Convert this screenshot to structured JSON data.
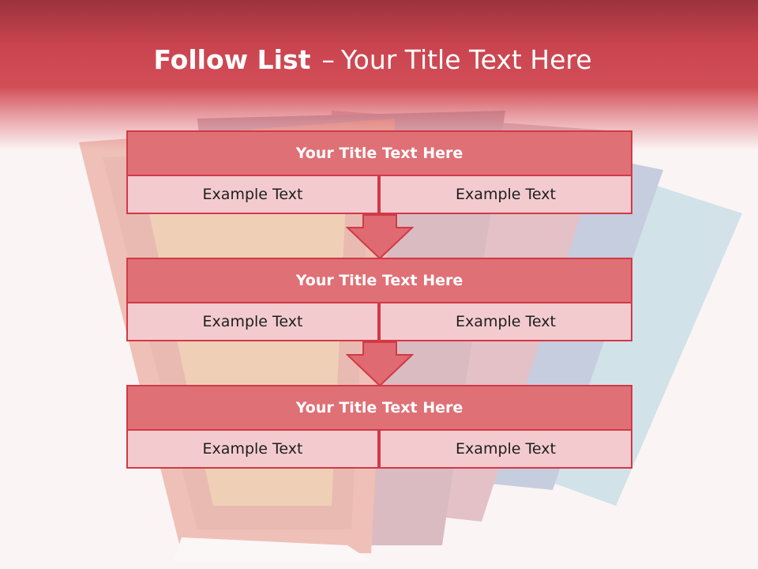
{
  "slide": {
    "title_bold": "Follow List",
    "title_dash": "–",
    "title_rest": "Your Title Text Here"
  },
  "steps": [
    {
      "title": "Your Title Text Here",
      "left": "Example Text",
      "right": "Example Text"
    },
    {
      "title": "Your Title Text Here",
      "left": "Example Text",
      "right": "Example Text"
    },
    {
      "title": "Your Title Text Here",
      "left": "Example Text",
      "right": "Example Text"
    }
  ],
  "colors": {
    "header": "#d24e57",
    "title_box": "#df7076",
    "cell": "#f3cbcf",
    "border": "#d23947",
    "arrow": "#df6a71"
  }
}
